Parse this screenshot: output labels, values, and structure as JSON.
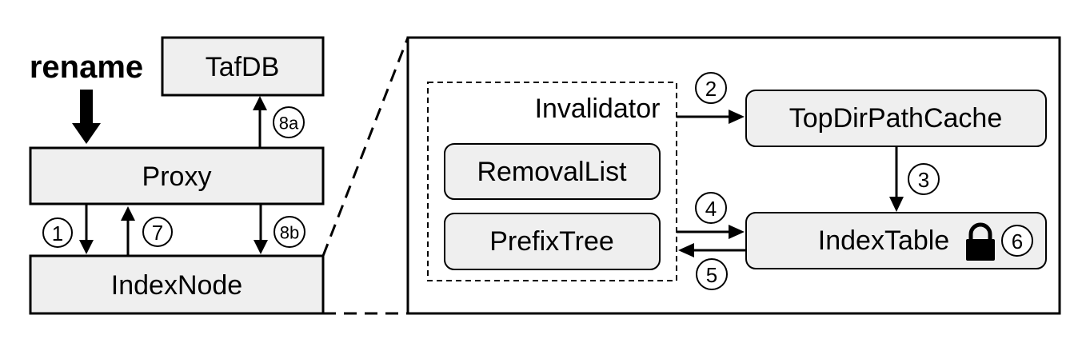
{
  "trigger": {
    "label": "rename"
  },
  "left": {
    "tafdb": "TafDB",
    "proxy": "Proxy",
    "indexnode": "IndexNode"
  },
  "detail": {
    "invalidator": "Invalidator",
    "removal_list": "RemovalList",
    "prefix_tree": "PrefixTree",
    "top_dir_path_cache": "TopDirPathCache",
    "index_table": "IndexTable"
  },
  "steps": {
    "s1": "1",
    "s2": "2",
    "s3": "3",
    "s4": "4",
    "s5": "5",
    "s6": "6",
    "s7": "7",
    "s8a": "8a",
    "s8b": "8b"
  },
  "icons": {
    "lock": "lock-icon"
  }
}
